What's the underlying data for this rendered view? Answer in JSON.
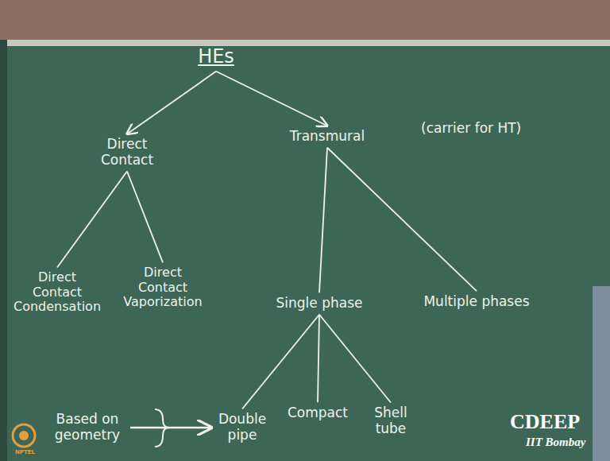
{
  "diagram": {
    "nodes": [
      {
        "text": [
          "HEs"
        ]
      },
      {
        "text": [
          "Direct Contact"
        ]
      },
      {
        "text": [
          "Transmural"
        ]
      },
      {
        "text": [
          "Direct Contact Condensation"
        ]
      },
      {
        "text": [
          "Direct Contact Vaporization"
        ]
      },
      {
        "text": [
          "Single phase"
        ]
      },
      {
        "text": [
          "Multiple phases"
        ]
      },
      {
        "text": [
          "Double pipe"
        ]
      },
      {
        "text": [
          "Compact"
        ]
      },
      {
        "text": [
          "Shell tube"
        ]
      },
      {
        "text": [
          "Based on geometry"
        ]
      }
    ],
    "edges": [
      {
        "from": 0,
        "to": 1,
        "arrow": "to"
      },
      {
        "from": 0,
        "to": 2,
        "arrow": "to"
      },
      {
        "from": 1,
        "to": 3,
        "arrow": "none"
      },
      {
        "from": 1,
        "to": 4,
        "arrow": "none"
      },
      {
        "from": 2,
        "to": 5,
        "arrow": "none"
      },
      {
        "from": 2,
        "to": 6,
        "arrow": "none"
      },
      {
        "from": 5,
        "to": 7,
        "arrow": "none"
      },
      {
        "from": 5,
        "to": 8,
        "arrow": "none"
      },
      {
        "from": 5,
        "to": 9,
        "arrow": "none"
      },
      {
        "from": 10,
        "to": 7,
        "arrow": "to"
      }
    ],
    "labels": [
      "(carrier for HT)",
      "CDEEP",
      "IIT Bombay",
      "NPTEL"
    ]
  }
}
